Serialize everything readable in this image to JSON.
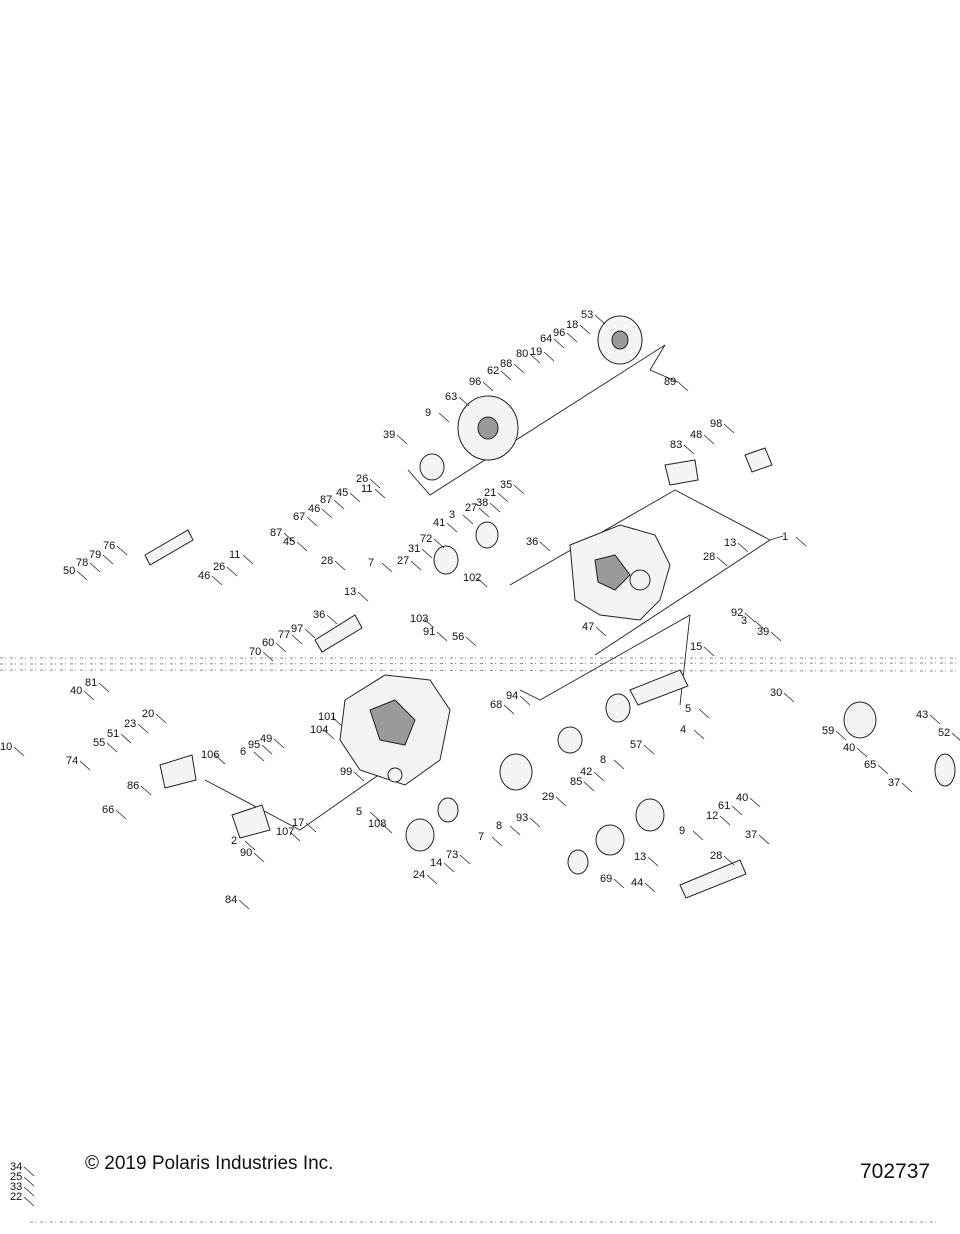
{
  "footer": {
    "copyright": "© 2019 Polaris Industries Inc.",
    "drawing_number": "702737"
  },
  "callouts": [
    "53",
    "18",
    "96",
    "64",
    "80",
    "19",
    "88",
    "62",
    "96",
    "89",
    "63",
    "9",
    "39",
    "98",
    "48",
    "83",
    "26",
    "11",
    "45",
    "87",
    "46",
    "67",
    "87",
    "45",
    "46",
    "26",
    "11",
    "76",
    "79",
    "78",
    "50",
    "35",
    "21",
    "38",
    "27",
    "3",
    "41",
    "72",
    "31",
    "27",
    "7",
    "28",
    "13",
    "36",
    "97",
    "77",
    "60",
    "70",
    "36",
    "13",
    "28",
    "1",
    "102",
    "103",
    "91",
    "56",
    "47",
    "92",
    "3",
    "39",
    "15",
    "40",
    "81",
    "20",
    "23",
    "51",
    "55",
    "74",
    "86",
    "106",
    "66",
    "10",
    "49",
    "95",
    "6",
    "101",
    "104",
    "99",
    "5",
    "108",
    "17",
    "107",
    "2",
    "90",
    "84",
    "68",
    "94",
    "5",
    "4",
    "57",
    "8",
    "85",
    "42",
    "29",
    "93",
    "8",
    "7",
    "73",
    "14",
    "24",
    "40",
    "61",
    "12",
    "9",
    "37",
    "28",
    "13",
    "69",
    "44",
    "30",
    "59",
    "40",
    "43",
    "65",
    "52",
    "37",
    "34",
    "25",
    "33",
    "22"
  ]
}
